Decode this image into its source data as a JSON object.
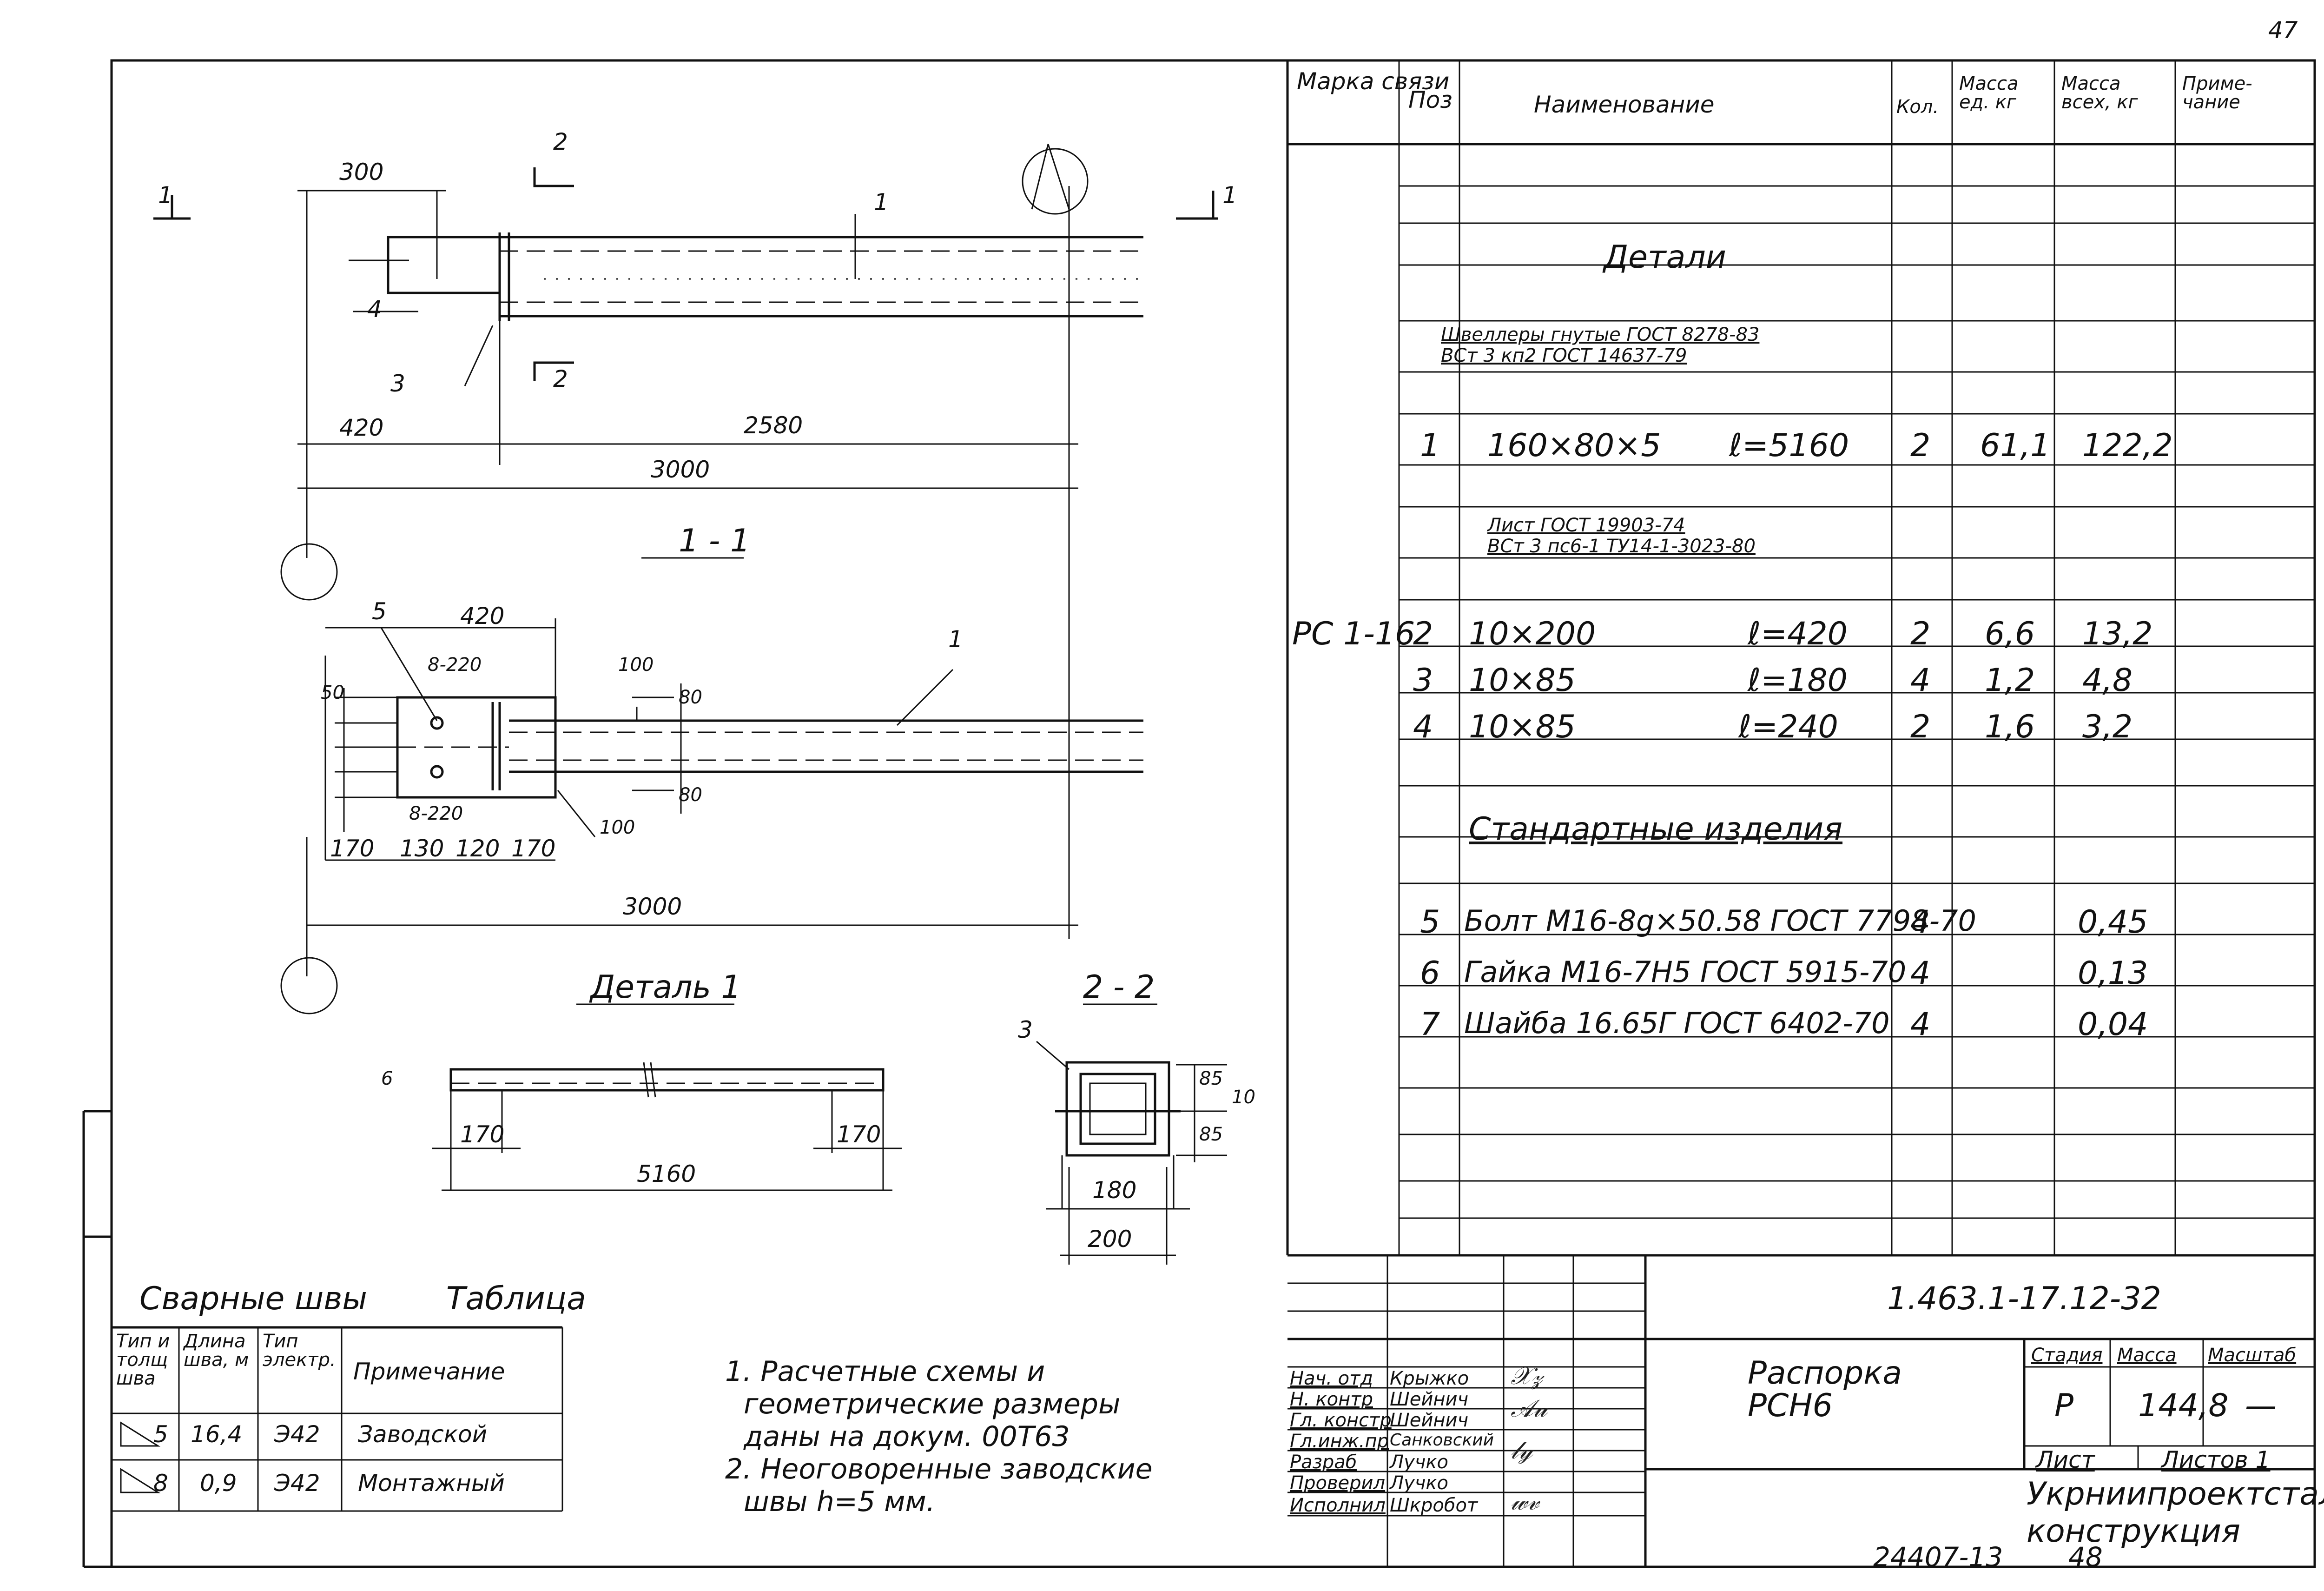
{
  "page": {
    "number": "47",
    "doc_code": "1.463.1-17.12-32",
    "archive": "24407-13",
    "archive_sheet": "48"
  },
  "spec": {
    "headers": {
      "mark": "Марка связи",
      "pos": "Поз",
      "name": "Наименование",
      "qty": "Кол.",
      "mass_unit": "Масса ед. кг",
      "mass_total": "Масса всех, кг",
      "note": "Приме-чание"
    },
    "mark": "РС 1-16",
    "section_details": "Детали",
    "groups": [
      {
        "line1": "Швеллеры гнутые ГОСТ 8278-83",
        "line2": "ВСт 3 кп2 ГОСТ 14637-79"
      },
      {
        "line1": "Лист ГОСТ 19903-74",
        "line2": "ВСт 3 пс6-1 ТУ14-1-3023-80"
      }
    ],
    "rows": [
      {
        "pos": "1",
        "name": "160×80×5",
        "len": "ℓ=5160",
        "qty": "2",
        "unit": "61,1",
        "total": "122,2"
      },
      {
        "pos": "2",
        "name": "10×200",
        "len": "ℓ=420",
        "qty": "2",
        "unit": "6,6",
        "total": "13,2"
      },
      {
        "pos": "3",
        "name": "10×85",
        "len": "ℓ=180",
        "qty": "4",
        "unit": "1,2",
        "total": "4,8"
      },
      {
        "pos": "4",
        "name": "10×85",
        "len": "ℓ=240",
        "qty": "2",
        "unit": "1,6",
        "total": "3,2"
      }
    ],
    "section_standard": "Стандартные изделия",
    "std_rows": [
      {
        "pos": "5",
        "name": "Болт М16-8g×50.58 ГОСТ 7798-70",
        "qty": "4",
        "total": "0,45"
      },
      {
        "pos": "6",
        "name": "Гайка М16-7Н5 ГОСТ 5915-70",
        "qty": "4",
        "total": "0,13"
      },
      {
        "pos": "7",
        "name": "Шайба 16.65Г ГОСТ 6402-70",
        "qty": "4",
        "total": "0,04"
      }
    ]
  },
  "title_block": {
    "name_line1": "Распорка",
    "name_line2": "РСН6",
    "stage_label": "Стадия",
    "mass_label": "Масса",
    "scale_label": "Масштаб",
    "stage": "Р",
    "mass": "144,8",
    "scale": "—",
    "sheet_label": "Лист",
    "sheets_label": "Листов 1",
    "org_line1": "Укрниипроектсталь-",
    "org_line2": "конструкция",
    "people": [
      {
        "role": "Нач. отд",
        "name": "Крыжко"
      },
      {
        "role": "Н. контр",
        "name": "Шейнич"
      },
      {
        "role": "Гл. констр",
        "name": "Шейнич"
      },
      {
        "role": "Гл.инж.пр",
        "name": "Санковский"
      },
      {
        "role": "Разраб",
        "name": "Лучко"
      },
      {
        "role": "Проверил",
        "name": "Лучко"
      },
      {
        "role": "Исполнил",
        "name": "Шкробот"
      }
    ]
  },
  "weld_table": {
    "title": "Сварные швы",
    "table_label": "Таблица",
    "headers": {
      "type": "Тип и толщ шва",
      "len": "Длина шва, м",
      "elec": "Тип электр.",
      "note": "Примечание"
    },
    "rows": [
      {
        "type": "5",
        "len": "16,4",
        "elec": "Э42",
        "note": "Заводской"
      },
      {
        "type": "8",
        "len": "0,9",
        "elec": "Э42",
        "note": "Монтажный"
      }
    ]
  },
  "notes": [
    "1. Расчетные схемы и",
    "геометрические размеры",
    "даны на докум. 00Т63",
    "2. Неоговоренные заводские",
    "швы h=5 мм."
  ],
  "drawing": {
    "top": {
      "d300": "300",
      "d420": "420",
      "d2580": "2580",
      "d3000": "3000",
      "sec1": "1",
      "sec2": "2",
      "pos1": "1",
      "pos3": "3",
      "pos4": "4"
    },
    "plan": {
      "title": "1 - 1",
      "d420": "420",
      "bolts": "8-220",
      "bolts2": "8-220",
      "d100": "100",
      "d100b": "100",
      "d80": "80",
      "d80b": "80",
      "d50": "50",
      "d170": "170",
      "d130": "130",
      "d120": "120",
      "d170b": "170",
      "d3000": "3000",
      "pos5": "5",
      "pos1": "1"
    },
    "detail": {
      "title": "Деталь 1",
      "d6": "6",
      "d170": "170",
      "d170b": "170",
      "d5160": "5160"
    },
    "section": {
      "title": "2 - 2",
      "pos3": "3",
      "d85": "85",
      "d85b": "85",
      "d10": "10",
      "d180": "180",
      "d200": "200"
    }
  }
}
